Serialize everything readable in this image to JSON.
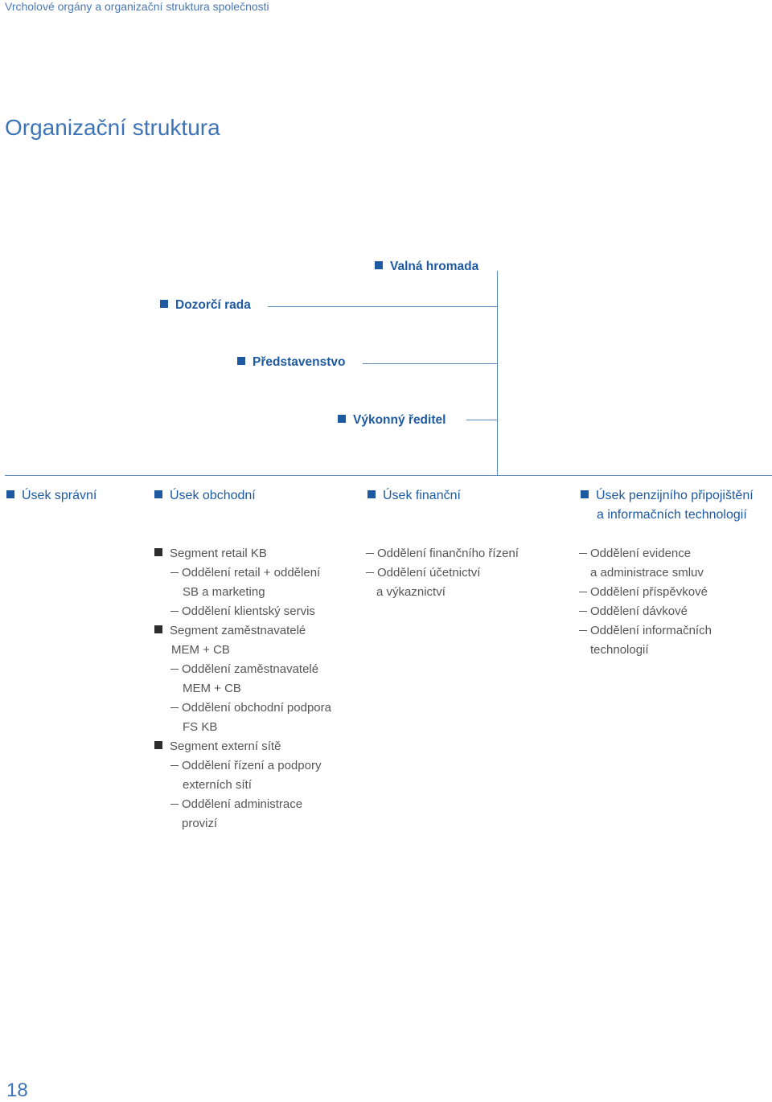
{
  "header": {
    "title": "Vrcholové orgány a organizační struktura společnosti"
  },
  "page_title": "Organizační struktura",
  "governance": {
    "valna_hromada": "Valná hromada",
    "dozorci_rada": "Dozorčí rada",
    "predstavenstvo": "Představenstvo",
    "vykonny_reditel": "Výkonný ředitel"
  },
  "divisions": {
    "spravni": "Úsek správní",
    "obchodni": "Úsek obchodní",
    "financni": "Úsek finanční",
    "penzijni_1": "Úsek penzijního připojištění",
    "penzijni_2": "a informačních technologií"
  },
  "obchodni_items": [
    "Segment retail KB",
    "Oddělení retail + oddělení",
    "SB a marketing",
    "Oddělení klientský servis",
    "Segment zaměstnavatelé",
    "MEM + CB",
    "Oddělení zaměstnavatelé",
    "MEM + CB",
    "Oddělení obchodní podpora",
    "FS KB",
    "Segment externí sítě",
    "Oddělení řízení a podpory",
    "externích sítí",
    "Oddělení administrace",
    "provizí"
  ],
  "financni_items": [
    "Oddělení finančního řízení",
    "Oddělení účetnictví",
    "a výkaznictví"
  ],
  "penzijni_items": [
    "Oddělení evidence",
    "a administrace smluv",
    "Oddělení příspěvkové",
    "Oddělení dávkové",
    "Oddělení informačních",
    "technologií"
  ],
  "page_number": "18"
}
